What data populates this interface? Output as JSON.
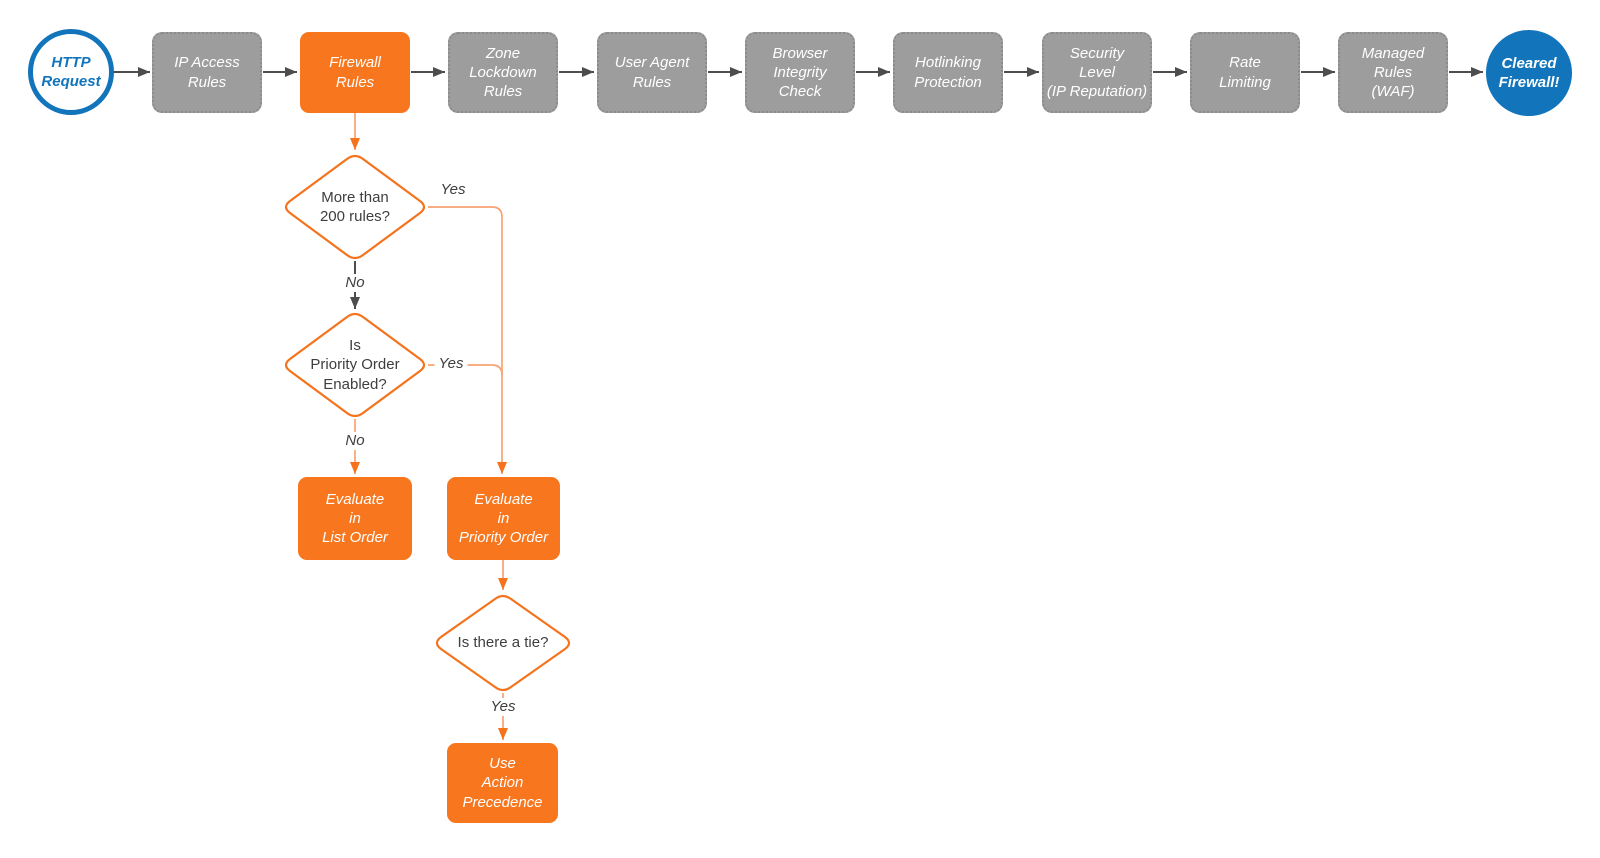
{
  "diagram": {
    "pipeline": {
      "start": {
        "label": [
          "HTTP",
          "Request"
        ]
      },
      "steps": [
        {
          "label": [
            "IP Access",
            "Rules"
          ]
        },
        {
          "label": [
            "Firewall",
            "Rules"
          ],
          "highlighted": true
        },
        {
          "label": [
            "Zone",
            "Lockdown",
            "Rules"
          ]
        },
        {
          "label": [
            "User Agent",
            "Rules"
          ]
        },
        {
          "label": [
            "Browser",
            "Integrity",
            "Check"
          ]
        },
        {
          "label": [
            "Hotlinking",
            "Protection"
          ]
        },
        {
          "label": [
            "Security",
            "Level",
            "(IP Reputation)"
          ]
        },
        {
          "label": [
            "Rate",
            "Limiting"
          ]
        },
        {
          "label": [
            "Managed",
            "Rules",
            "(WAF)"
          ]
        }
      ],
      "end": {
        "label": [
          "Cleared",
          "Firewall!"
        ]
      }
    },
    "branch": {
      "decision_rule_count": {
        "label": [
          "More than",
          "200 rules?"
        ],
        "yes_label": "Yes",
        "no_label": "No"
      },
      "decision_priority": {
        "label": [
          "Is",
          "Priority Order",
          "Enabled?"
        ],
        "yes_label": "Yes",
        "no_label": "No"
      },
      "evaluate_list": {
        "label": [
          "Evaluate",
          "in",
          "List Order"
        ]
      },
      "evaluate_priority": {
        "label": [
          "Evaluate",
          "in",
          "Priority Order"
        ]
      },
      "decision_tie": {
        "label": [
          "Is there a tie?"
        ],
        "yes_label": "Yes"
      },
      "action_precedence": {
        "label": [
          "Use",
          "Action",
          "Precedence"
        ]
      }
    },
    "colors": {
      "accent_orange": "#f7761e",
      "connector_orange": "#f4731c",
      "connector_orange_light": "#f8a273",
      "node_gray": "#9d9d9d",
      "node_gray_border": "#8b8b8b",
      "accent_blue": "#1274ba",
      "connector_gray": "#4d4d4d"
    }
  }
}
